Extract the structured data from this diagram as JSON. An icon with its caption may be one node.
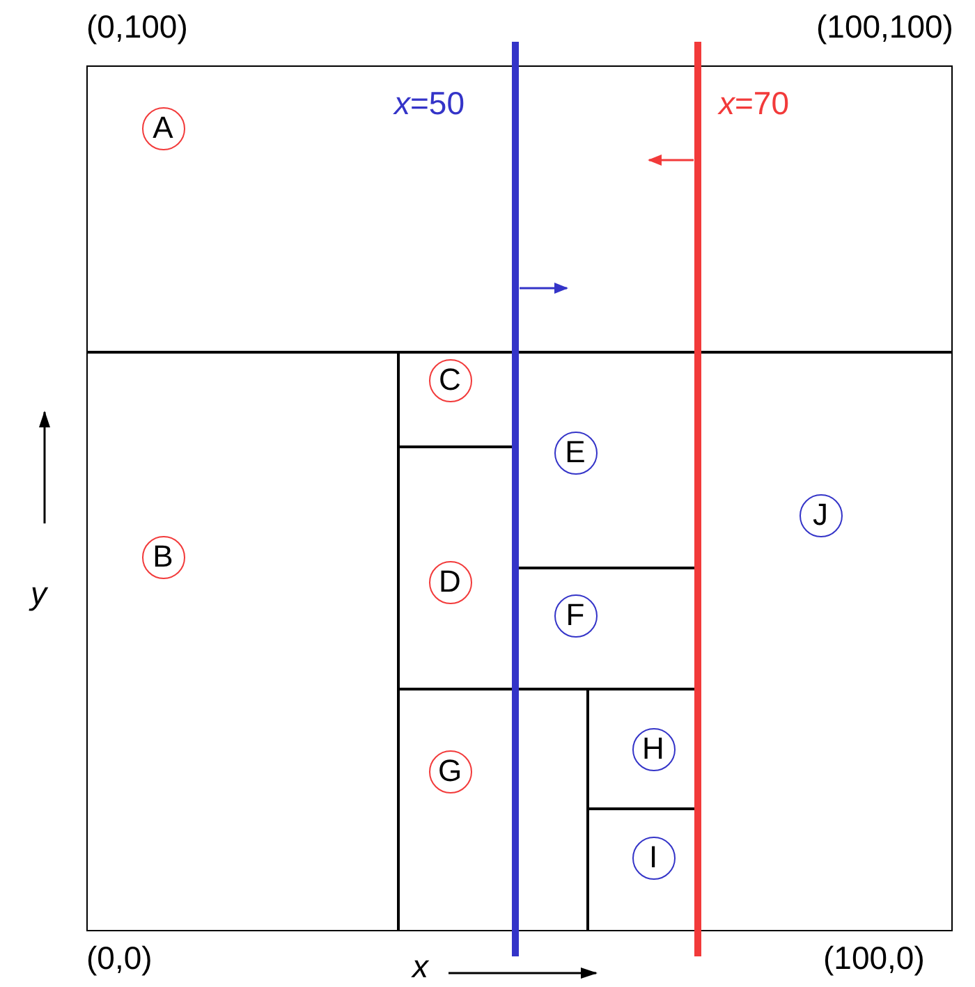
{
  "diagram": {
    "nodes": [
      {
        "text": [
          "A"
        ]
      },
      {
        "text": [
          "B"
        ]
      },
      {
        "text": [
          "C"
        ]
      },
      {
        "text": [
          "D"
        ]
      },
      {
        "text": [
          "E"
        ]
      },
      {
        "text": [
          "F"
        ]
      },
      {
        "text": [
          "G"
        ]
      },
      {
        "text": [
          "H"
        ]
      },
      {
        "text": [
          "I"
        ]
      },
      {
        "text": [
          "J"
        ]
      }
    ],
    "labels": [
      "(0,100)",
      "(100,100)",
      "*x*=50",
      "*x*=70",
      "*y*",
      "(0,0)",
      "*x*",
      "(100,0)"
    ]
  }
}
